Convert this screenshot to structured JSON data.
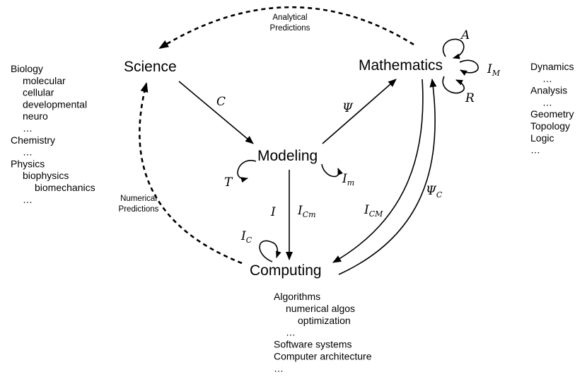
{
  "nodes": {
    "science": "Science",
    "mathematics": "Mathematics",
    "modeling": "Modeling",
    "computing": "Computing"
  },
  "edge_labels": {
    "C": "C",
    "Psi": "Ψ",
    "T": "T",
    "I_m": {
      "base": "I",
      "sub": "m"
    },
    "I": "I",
    "I_Cm": {
      "base": "I",
      "sub": "Cm"
    },
    "I_C": {
      "base": "I",
      "sub": "C"
    },
    "I_CM": {
      "base": "I",
      "sub": "CM"
    },
    "Psi_C": {
      "base": "Ψ",
      "sub": "C"
    },
    "A": "A",
    "R": "R",
    "I_M": {
      "base": "I",
      "sub": "M"
    }
  },
  "annotations": {
    "analytical": [
      "Analytical",
      "Predictions"
    ],
    "numerical": [
      "Numerical",
      "Predictions"
    ]
  },
  "lists": {
    "science": [
      {
        "text": "Biology",
        "level": 0
      },
      {
        "text": "molecular",
        "level": 1
      },
      {
        "text": "cellular",
        "level": 1
      },
      {
        "text": "developmental",
        "level": 1
      },
      {
        "text": "neuro",
        "level": 1
      },
      {
        "text": "…",
        "level": 1
      },
      {
        "text": "Chemistry",
        "level": 0
      },
      {
        "text": "…",
        "level": 1
      },
      {
        "text": "Physics",
        "level": 0
      },
      {
        "text": "biophysics",
        "level": 1
      },
      {
        "text": "biomechanics",
        "level": 2
      },
      {
        "text": "…",
        "level": 1
      }
    ],
    "mathematics": [
      {
        "text": "Dynamics",
        "level": 0
      },
      {
        "text": "…",
        "level": 1
      },
      {
        "text": "Analysis",
        "level": 0
      },
      {
        "text": "…",
        "level": 1
      },
      {
        "text": "Geometry",
        "level": 0
      },
      {
        "text": "Topology",
        "level": 0
      },
      {
        "text": "Logic",
        "level": 0
      },
      {
        "text": "…",
        "level": 0
      }
    ],
    "computing": [
      {
        "text": "Algorithms",
        "level": 0
      },
      {
        "text": "numerical algos",
        "level": 1
      },
      {
        "text": "optimization",
        "level": 2
      },
      {
        "text": "…",
        "level": 1
      },
      {
        "text": "Software systems",
        "level": 0
      },
      {
        "text": "Computer architecture",
        "level": 0
      },
      {
        "text": "…",
        "level": 0
      }
    ]
  }
}
